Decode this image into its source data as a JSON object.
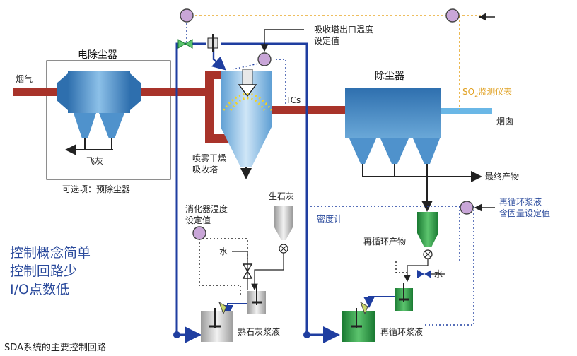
{
  "labels": {
    "electrostatic_precipitator": "电除尘器",
    "flue_gas": "烟气",
    "fly_ash": "飞灰",
    "optional_precollector": "可选项：预除尘器",
    "absorber_outlet_temp_1": "吸收塔出口温度",
    "absorber_outlet_temp_2": "设定值",
    "tcs": "TCs",
    "spray_dryer_1": "喷雾干燥",
    "spray_dryer_2": "吸收塔",
    "baghouse": "除尘器",
    "so2_monitor_prefix": "SO",
    "so2_monitor_sub": "2",
    "so2_monitor_suffix": "监测仪表",
    "stack": "烟囱",
    "end_product": "最终产物",
    "recycle_slurry_setpoint_1": "再循环浆液",
    "recycle_slurry_setpoint_2": "含固量设定值",
    "density_meter": "密度计",
    "slaker_temp_1": "消化器温度",
    "slaker_temp_2": "设定值",
    "lime": "生石灰",
    "water_1": "水",
    "recycle_product": "再循环产物",
    "water_2": "水",
    "slaked_lime_slurry": "熟石灰浆液",
    "recycle_slurry": "再循环浆液",
    "summary_1": "控制概念简单",
    "summary_2": "控制回路少",
    "summary_3": "I/O点数低",
    "footer": "SDA系统的主要控制回路"
  },
  "colors": {
    "flue_duct": "#a8332a",
    "control_blue": "#1f3ea0",
    "signal_dotted": "#1f3ea0",
    "so2_signal": "#e8a82a",
    "vessel_blue": "#4a90c8",
    "green_tank": "#1e8a3a",
    "controller_fill": "#c9a6d8",
    "stack_blue": "#6ab7e6"
  },
  "icons": [
    "controller-circle-icon",
    "agitator-icon",
    "valve-icon",
    "mixing-valve-icon",
    "arrow-icon"
  ]
}
